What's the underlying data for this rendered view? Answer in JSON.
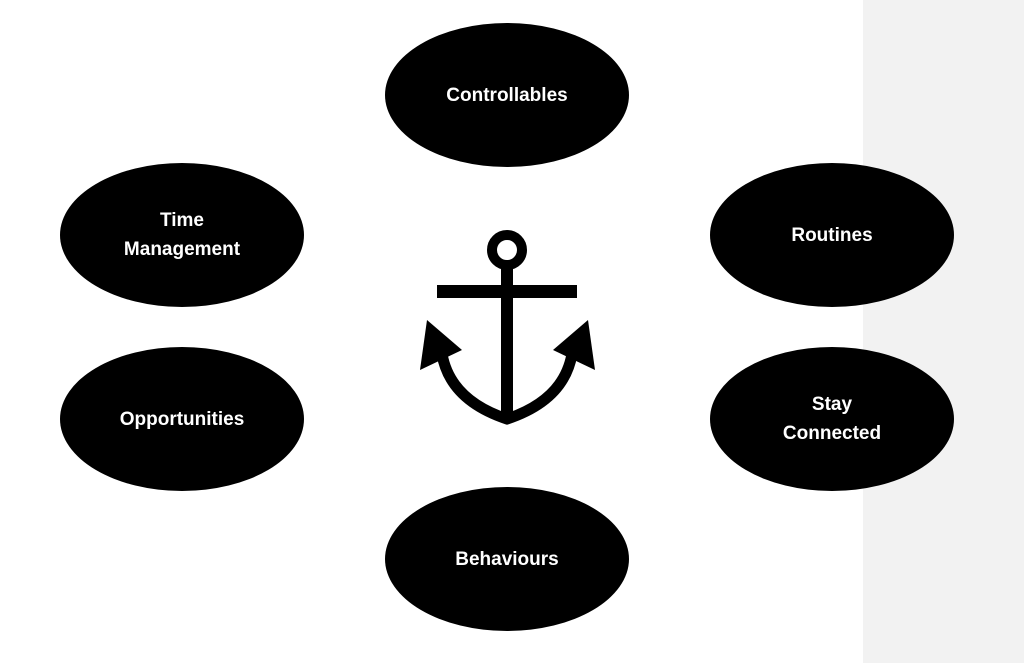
{
  "colors": {
    "background": "#ffffff",
    "side_panel": "#f2f2f2",
    "oval_fill": "#000000",
    "oval_text": "#ffffff"
  },
  "center_icon": "anchor-icon",
  "nodes": {
    "controllables": "Controllables",
    "time_management": "Time\nManagement",
    "routines": "Routines",
    "opportunities": "Opportunities",
    "stay_connected": "Stay\nConnected",
    "behaviours": "Behaviours"
  }
}
